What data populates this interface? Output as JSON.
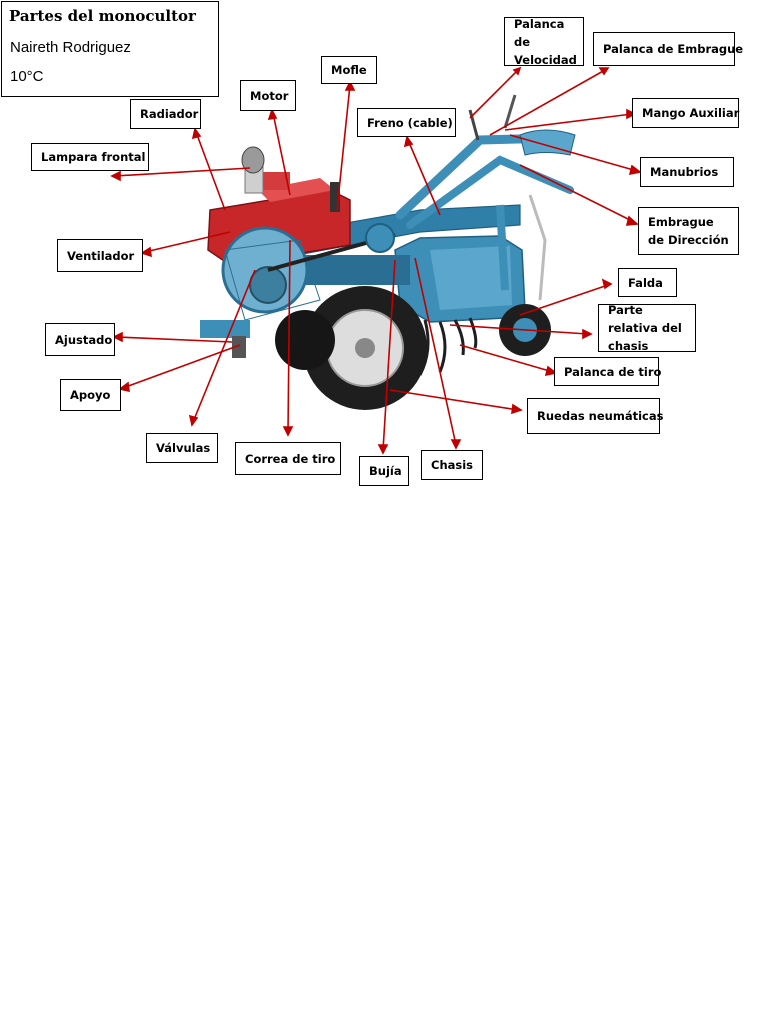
{
  "header": {
    "title": "Partes del monocultor",
    "author": "Naireth Rodriguez",
    "grade": "10°C"
  },
  "colors": {
    "arrow": "#c00000",
    "body_blue": "#3d8fb8",
    "engine_red": "#c8272a",
    "tire": "#1e1e1e"
  },
  "labels": {
    "palanca_velocidad": "Palanca de Velocidad",
    "palanca_embrague": "Palanca de Embrague",
    "mango_auxiliar": "Mango Auxiliar",
    "manubrios": "Manubrios",
    "embrague_direccion": "Embrague de Dirección",
    "falda": "Falda",
    "parte_relativa": "Parte relativa del chasis",
    "palanca_tiro": "Palanca de tiro",
    "ruedas": "Ruedas neumáticas",
    "chasis": "Chasis",
    "bujia": "Bujía",
    "correa": "Correa de tiro",
    "valvulas": "Válvulas",
    "apoyo": "Apoyo",
    "ajustado": "Ajustado",
    "ventilador": "Ventilador",
    "lampara": "Lampara frontal",
    "radiador": "Radiador",
    "motor": "Motor",
    "mofle": "Mofle",
    "freno": "Freno (cable)"
  }
}
